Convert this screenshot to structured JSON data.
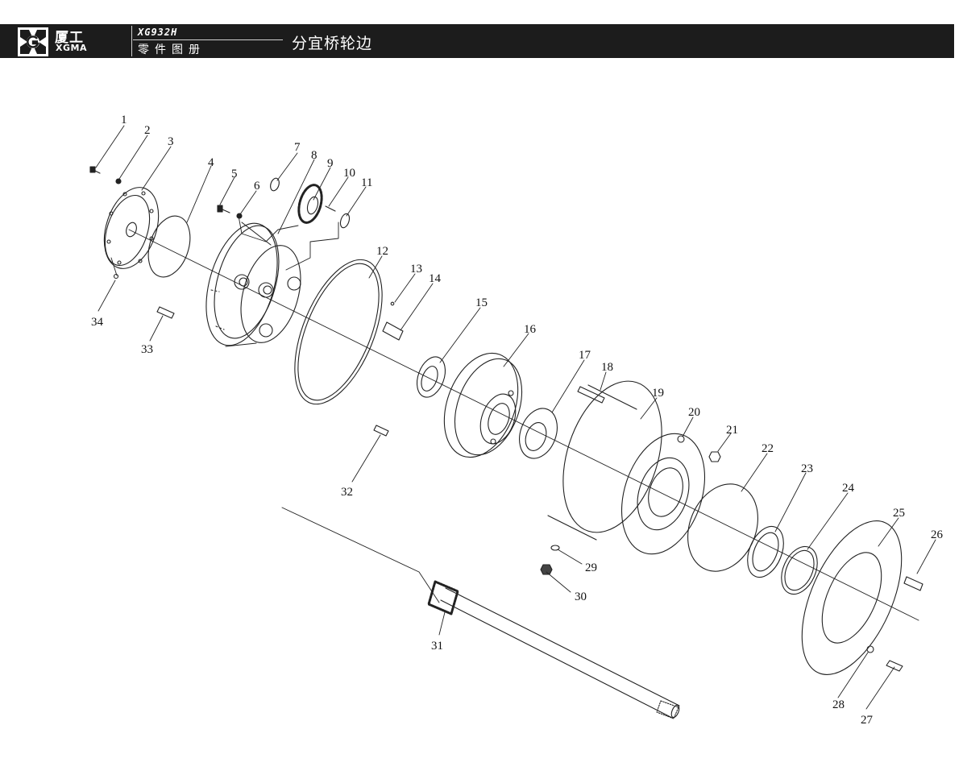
{
  "header": {
    "brand_cn": "厦工",
    "brand_en": "XGMA",
    "model_code": "XG932H",
    "catalog_label": "零件图册",
    "section_title": "分宜桥轮边"
  },
  "colors": {
    "header_bg": "#1c1c1c",
    "header_text": "#ffffff",
    "line_art": "#222222"
  },
  "diagram": {
    "part_numbers": [
      "1",
      "2",
      "3",
      "4",
      "5",
      "6",
      "7",
      "8",
      "9",
      "10",
      "11",
      "12",
      "13",
      "14",
      "15",
      "16",
      "17",
      "18",
      "19",
      "20",
      "21",
      "22",
      "23",
      "24",
      "25",
      "26",
      "27",
      "28",
      "29",
      "30",
      "31",
      "32",
      "33",
      "34"
    ]
  }
}
